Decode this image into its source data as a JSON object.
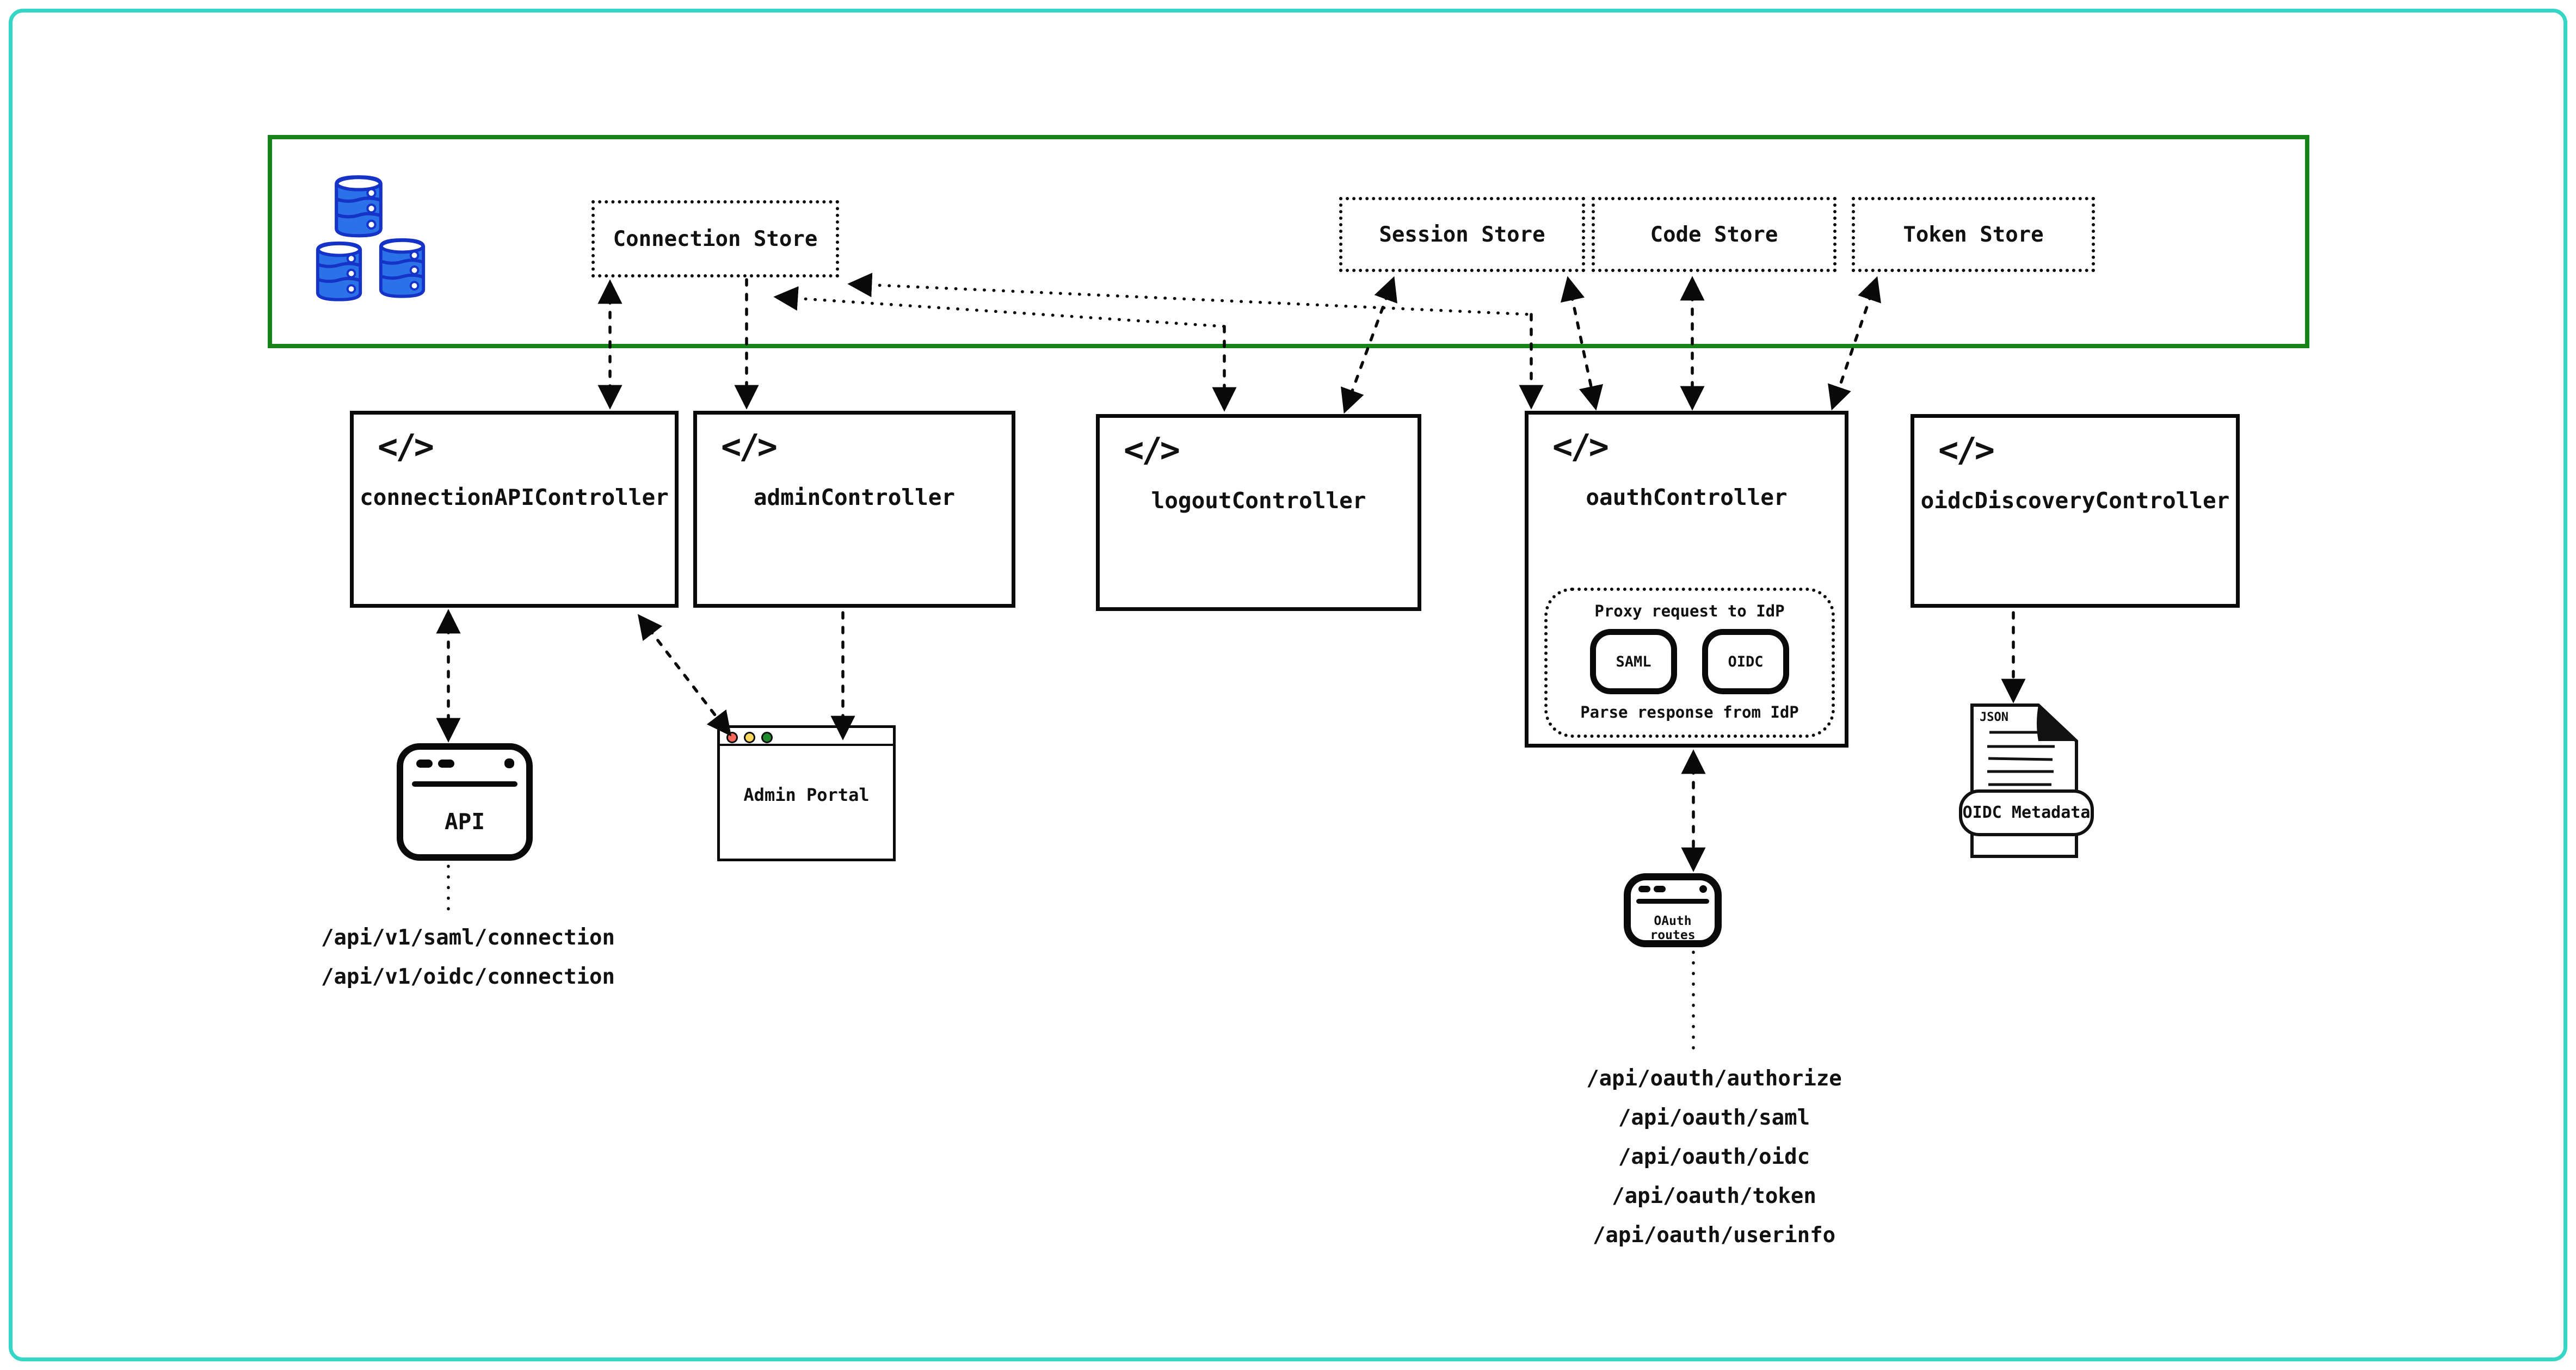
{
  "colors": {
    "frame_teal": "#35d6c5",
    "panel_green": "#168418",
    "ink_black": "#111111",
    "database_blue": "#2b72e8",
    "database_blue_dark": "#1633c8",
    "traffic_red": "#f7685c",
    "traffic_yellow": "#f9d65c",
    "traffic_green": "#1f8a2b"
  },
  "store_panel": {
    "stores": [
      {
        "label": "Connection Store"
      },
      {
        "label": "Session Store"
      },
      {
        "label": "Code Store"
      },
      {
        "label": "Token Store"
      }
    ]
  },
  "controllers": [
    {
      "icon": "</>",
      "label": "connectionAPIController"
    },
    {
      "icon": "</>",
      "label": "adminController"
    },
    {
      "icon": "</>",
      "label": "logoutController"
    },
    {
      "icon": "</>",
      "label": "oauthController"
    },
    {
      "icon": "</>",
      "label": "oidcDiscoveryController"
    }
  ],
  "oauth_detail": {
    "proxy_label": "Proxy request to IdP",
    "parse_label": "Parse response from IdP",
    "saml_label": "SAML",
    "oidc_label": "OIDC"
  },
  "windows": {
    "api_label": "API",
    "admin_portal_label": "Admin Portal",
    "oauth_routes_label": "OAuth routes"
  },
  "document": {
    "file_type_label": "JSON",
    "banner_label": "OIDC Metadata"
  },
  "endpoints": {
    "connection_api": [
      "/api/v1/saml/connection",
      "/api/v1/oidc/connection"
    ],
    "oauth": [
      "/api/oauth/authorize",
      "/api/oauth/saml",
      "/api/oauth/oidc",
      "/api/oauth/token",
      "/api/oauth/userinfo"
    ]
  }
}
